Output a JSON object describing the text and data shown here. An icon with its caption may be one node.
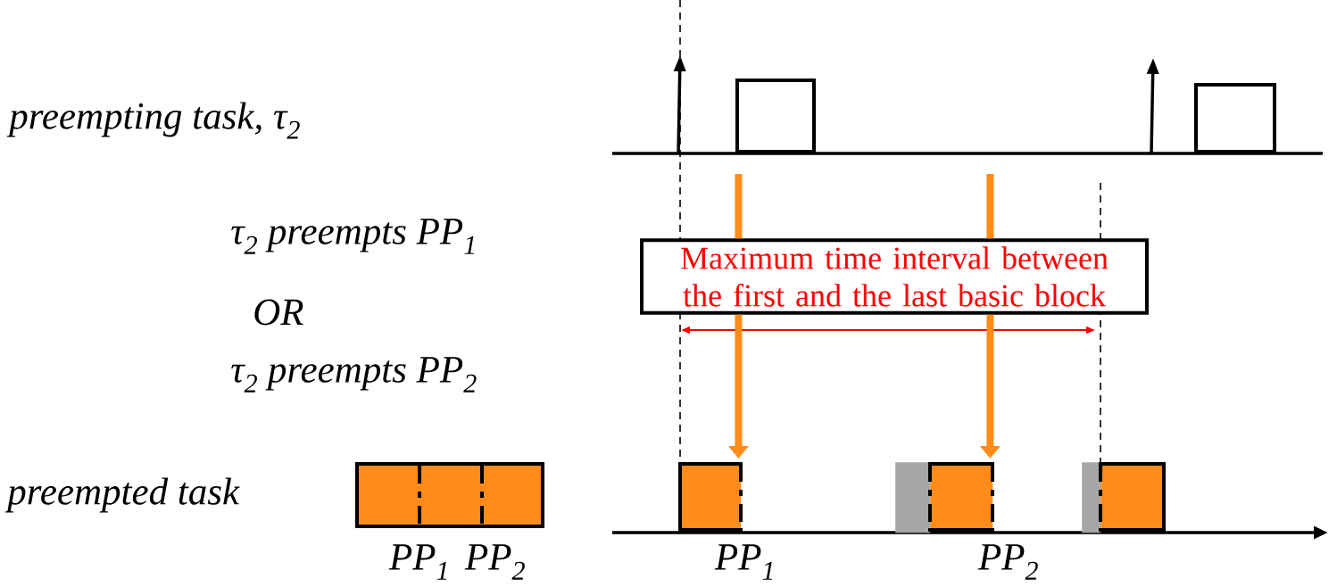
{
  "diagram": {
    "nodes": [
      {
        "text": [
          "Maximum time interval between the first and the last basic block"
        ]
      },
      {
        "text": [],
        "shape": "box"
      },
      {
        "text": [],
        "shape": "box"
      },
      {
        "text": [],
        "shape": "box",
        "beside": [
          "PP$_{1}$",
          "PP$_{2}$"
        ]
      },
      {
        "text": [],
        "shape": "box",
        "beside": [
          "PP$_{1}$"
        ]
      },
      {
        "text": [],
        "shape": "box"
      },
      {
        "text": [],
        "shape": "box",
        "beside": [
          "PP$_{2}$"
        ]
      },
      {
        "text": [],
        "shape": "box"
      },
      {
        "text": [],
        "shape": "box"
      }
    ],
    "edges": [
      {
        "from": null,
        "to": 4,
        "arrow": "to"
      },
      {
        "from": null,
        "to": 6,
        "arrow": "to"
      }
    ],
    "labels": [
      "preempting task, τ$_{2}$",
      "τ$_{2}$ preempts PP$_{1}$",
      "OR",
      "τ$_{2}$ preempts PP$_{2}$",
      "preempted task"
    ]
  }
}
